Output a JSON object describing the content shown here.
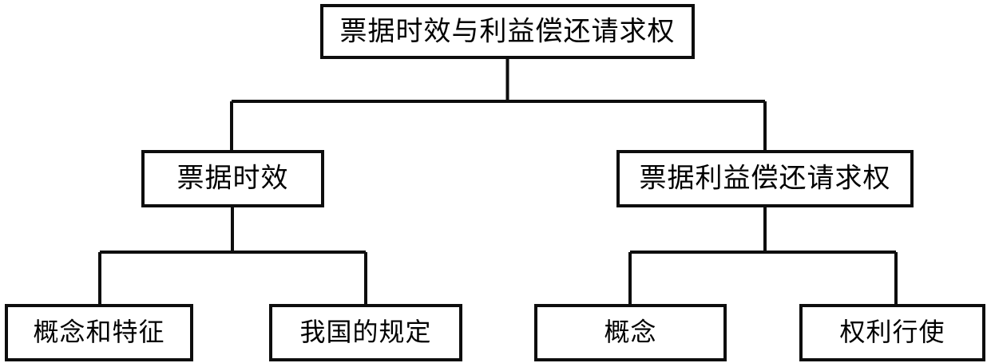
{
  "diagram": {
    "type": "hierarchy-tree",
    "title": "票据时效与利益偿还请求权",
    "orientation": "top-down",
    "levels": 3,
    "colors": {
      "background": "#ffffff",
      "box_fill": "#ffffff",
      "stroke": "#0d0d0d",
      "text": "#000000"
    },
    "nodes": {
      "root": {
        "id": "root",
        "label": "票据时效与利益偿还请求权",
        "level": 1
      },
      "branch_left": {
        "id": "branch-left",
        "label": "票据时效",
        "level": 2
      },
      "branch_right": {
        "id": "branch-right",
        "label": "票据利益偿还请求权",
        "level": 2
      },
      "leaf_1": {
        "id": "leaf-1",
        "label": "概念和特征",
        "level": 3,
        "parent": "票据时效"
      },
      "leaf_2": {
        "id": "leaf-2",
        "label": "我国的规定",
        "level": 3,
        "parent": "票据时效"
      },
      "leaf_3": {
        "id": "leaf-3",
        "label": "概念",
        "level": 3,
        "parent": "票据利益偿还请求权"
      },
      "leaf_4": {
        "id": "leaf-4",
        "label": "权利行使",
        "level": 3,
        "parent": "票据利益偿还请求权"
      }
    },
    "edges": [
      {
        "from": "票据时效与利益偿还请求权",
        "to": "票据时效"
      },
      {
        "from": "票据时效与利益偿还请求权",
        "to": "票据利益偿还请求权"
      },
      {
        "from": "票据时效",
        "to": "概念和特征"
      },
      {
        "from": "票据时效",
        "to": "我国的规定"
      },
      {
        "from": "票据利益偿还请求权",
        "to": "概念"
      },
      {
        "from": "票据利益偿还请求权",
        "to": "权利行使"
      }
    ]
  }
}
